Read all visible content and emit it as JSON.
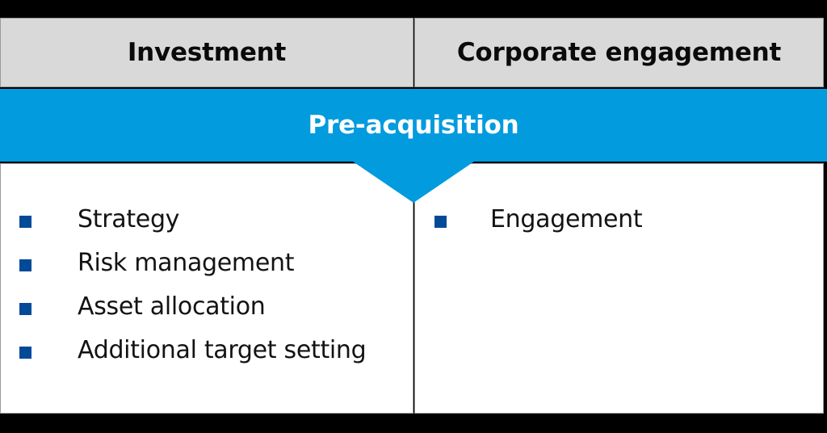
{
  "slide": {
    "background_color": "#000000",
    "canvas_color": "#ffffff"
  },
  "colors": {
    "banner_blue": "#029BDE",
    "header_gray": "#D9D9D9",
    "bullet_navy": "#004A98",
    "border_gray": "#9a9a9a",
    "text_black": "#131313",
    "banner_text": "#ffffff"
  },
  "header": {
    "columns": [
      {
        "label": "Investment"
      },
      {
        "label": "Corporate engagement"
      }
    ]
  },
  "banner": {
    "label": "Pre-acquisition",
    "arrow_direction": "down"
  },
  "columns": [
    {
      "name": "investment",
      "items": [
        {
          "text": "Strategy"
        },
        {
          "text": "Risk management"
        },
        {
          "text": "Asset allocation"
        },
        {
          "text": "Additional target setting"
        }
      ]
    },
    {
      "name": "corporate-engagement",
      "items": [
        {
          "text": "Engagement"
        }
      ]
    }
  ]
}
